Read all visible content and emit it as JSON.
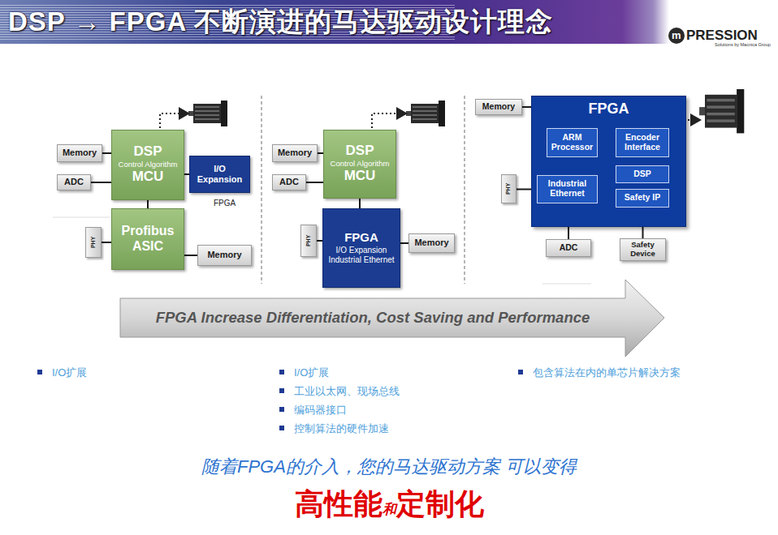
{
  "diagram": {
    "title": "DSP → FPGA 不断演进的马达驱动设计理念",
    "nodes": [
      {
        "text": [
          "Memory"
        ]
      },
      {
        "text": [
          "ADC"
        ]
      },
      {
        "text": [
          "DSP",
          "Control Algorithm",
          "MCU"
        ]
      },
      {
        "text": [
          "I/O Expansion"
        ]
      },
      {
        "text": [
          "PHY"
        ]
      },
      {
        "text": [
          "Profibus",
          "ASIC"
        ]
      },
      {
        "text": [
          "Memory"
        ]
      },
      {
        "text": [
          "Memory"
        ]
      },
      {
        "text": [
          "ADC"
        ]
      },
      {
        "text": [
          "DSP",
          "Control Algorithm",
          "MCU"
        ]
      },
      {
        "text": [
          "PHY"
        ]
      },
      {
        "text": [
          "FPGA",
          "I/O Expansion",
          "Industrial Ethernet"
        ]
      },
      {
        "text": [
          "Memory"
        ]
      },
      {
        "text": [
          "Memory"
        ]
      },
      {
        "text": [
          "FPGA"
        ]
      },
      {
        "text": [
          "ARM Processor"
        ],
        "in": 14
      },
      {
        "text": [
          "Encoder Interface"
        ],
        "in": 14
      },
      {
        "text": [
          "PHY"
        ]
      },
      {
        "text": [
          "Industrial Ethernet"
        ],
        "in": 14
      },
      {
        "text": [
          "DSP"
        ],
        "in": 14
      },
      {
        "text": [
          "Safety IP"
        ],
        "in": 14
      },
      {
        "text": [
          "ADC"
        ]
      },
      {
        "text": [
          "Safety Device"
        ]
      }
    ],
    "edges": [
      {
        "from": 0,
        "to": 2,
        "arrow": "none"
      },
      {
        "from": 1,
        "to": 2,
        "arrow": "none"
      },
      {
        "from": 2,
        "to": 3,
        "arrow": "none"
      },
      {
        "from": 2,
        "to": 5,
        "arrow": "none"
      },
      {
        "from": 4,
        "to": 5,
        "arrow": "none"
      },
      {
        "from": 5,
        "to": 6,
        "arrow": "none"
      },
      {
        "from": 7,
        "to": 9,
        "arrow": "none"
      },
      {
        "from": 8,
        "to": 9,
        "arrow": "none"
      },
      {
        "from": 9,
        "to": 11,
        "arrow": "none"
      },
      {
        "from": 10,
        "to": 11,
        "arrow": "none"
      },
      {
        "from": 11,
        "to": 12,
        "arrow": "none"
      },
      {
        "from": 13,
        "to": 14,
        "arrow": "none"
      },
      {
        "from": 17,
        "to": 18,
        "arrow": "none"
      },
      {
        "from": 14,
        "to": 21,
        "arrow": "none"
      },
      {
        "from": 14,
        "to": 22,
        "arrow": "none"
      }
    ],
    "labels": [
      "FPGA",
      "FPGA Increase Differentiation, Cost Saving and Performance",
      "I/O扩展",
      "I/O扩展",
      "工业以太网、现场总线",
      "编码器接口",
      "控制算法的硬件加速",
      "包含算法在内的单芯片解决方案",
      "随着FPGA的介入，您的马达驱动方案 可以变得",
      "高性能",
      "和",
      "定制化",
      "m",
      "PRESSION",
      "Solutions by Macnica Group"
    ]
  }
}
